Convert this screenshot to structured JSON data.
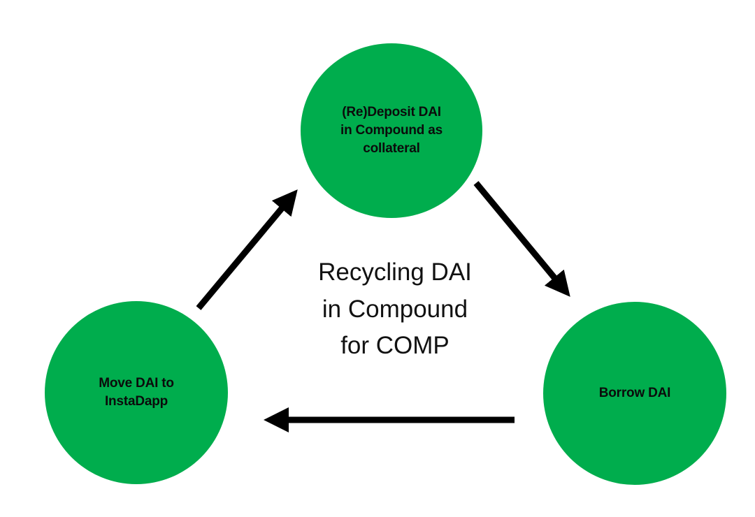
{
  "diagram": {
    "center_title": "Recycling DAI\nin Compound\nfor COMP",
    "nodes": [
      {
        "id": "deposit",
        "label": "(Re)Deposit DAI\nin Compound as\ncollateral"
      },
      {
        "id": "borrow",
        "label": "Borrow DAI"
      },
      {
        "id": "move",
        "label": "Move DAI to\nInstaDapp"
      }
    ],
    "edges": [
      {
        "from": "deposit",
        "to": "borrow"
      },
      {
        "from": "borrow",
        "to": "move"
      },
      {
        "from": "move",
        "to": "deposit"
      }
    ]
  },
  "colors": {
    "node_fill": "#00ad4d",
    "node_text": "#0b0b0b",
    "arrow": "#000000"
  }
}
